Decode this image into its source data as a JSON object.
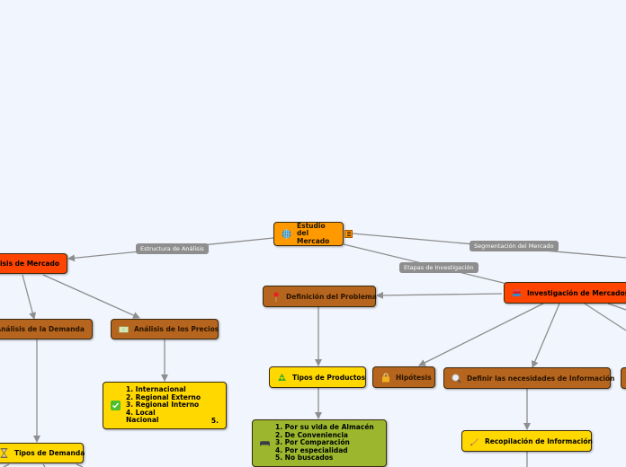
{
  "map": {
    "root": {
      "label": "Estudio del\nMercado",
      "icon": "globe-icon"
    },
    "notes_icon": "notes-icon",
    "edge_labels": {
      "structure": "Estructura de Análisis",
      "segmentation": "Segmentación del Mercado",
      "stages": "Etapas de Investigación"
    },
    "nodes": {
      "market_analysis": {
        "label": "Análisis de Mercado"
      },
      "demand_analysis": {
        "label": "Análisis de la Demanda"
      },
      "price_analysis": {
        "label": "Análisis de los Precios",
        "icon": "money-icon"
      },
      "price_list": {
        "label": "1. Internacional\n2. Regional Externo\n3. Regional Interno\n4. Local",
        "tail": "5.",
        "last": "Nacional",
        "icon": "checkmark-icon"
      },
      "demand_types": {
        "label": "Tipos de Demanda",
        "icon": "hourglass-icon"
      },
      "market_research": {
        "label": "Investigación de Mercados",
        "icon": "books-icon"
      },
      "problem_definition": {
        "label": "Definición del Problema",
        "icon": "pin-icon"
      },
      "product_types": {
        "label": "Tipos de Productos",
        "icon": "recycle-icon"
      },
      "product_list": {
        "label": "1. Por su vida de Almacén\n2. De Conveniencia\n3. Por Comparación\n4. Por especialidad\n5. No buscados",
        "icon": "gamepad-icon"
      },
      "hypothesis": {
        "label": "Hipótesis",
        "icon": "lock-icon"
      },
      "info_needs": {
        "label": "Definir las necesidades de Información",
        "icon": "magnifier-icon"
      },
      "info_collection": {
        "label": "Recopilación de Información",
        "icon": "pencil-icon"
      }
    },
    "colors": {
      "background": "#f1f5fd",
      "root": "#ff9900",
      "main_topic": "#ff4400",
      "subtopic": "#b5651d",
      "detail": "#ffd800",
      "list_green": "#9cb72e",
      "connector": "#8e8e8e"
    }
  }
}
